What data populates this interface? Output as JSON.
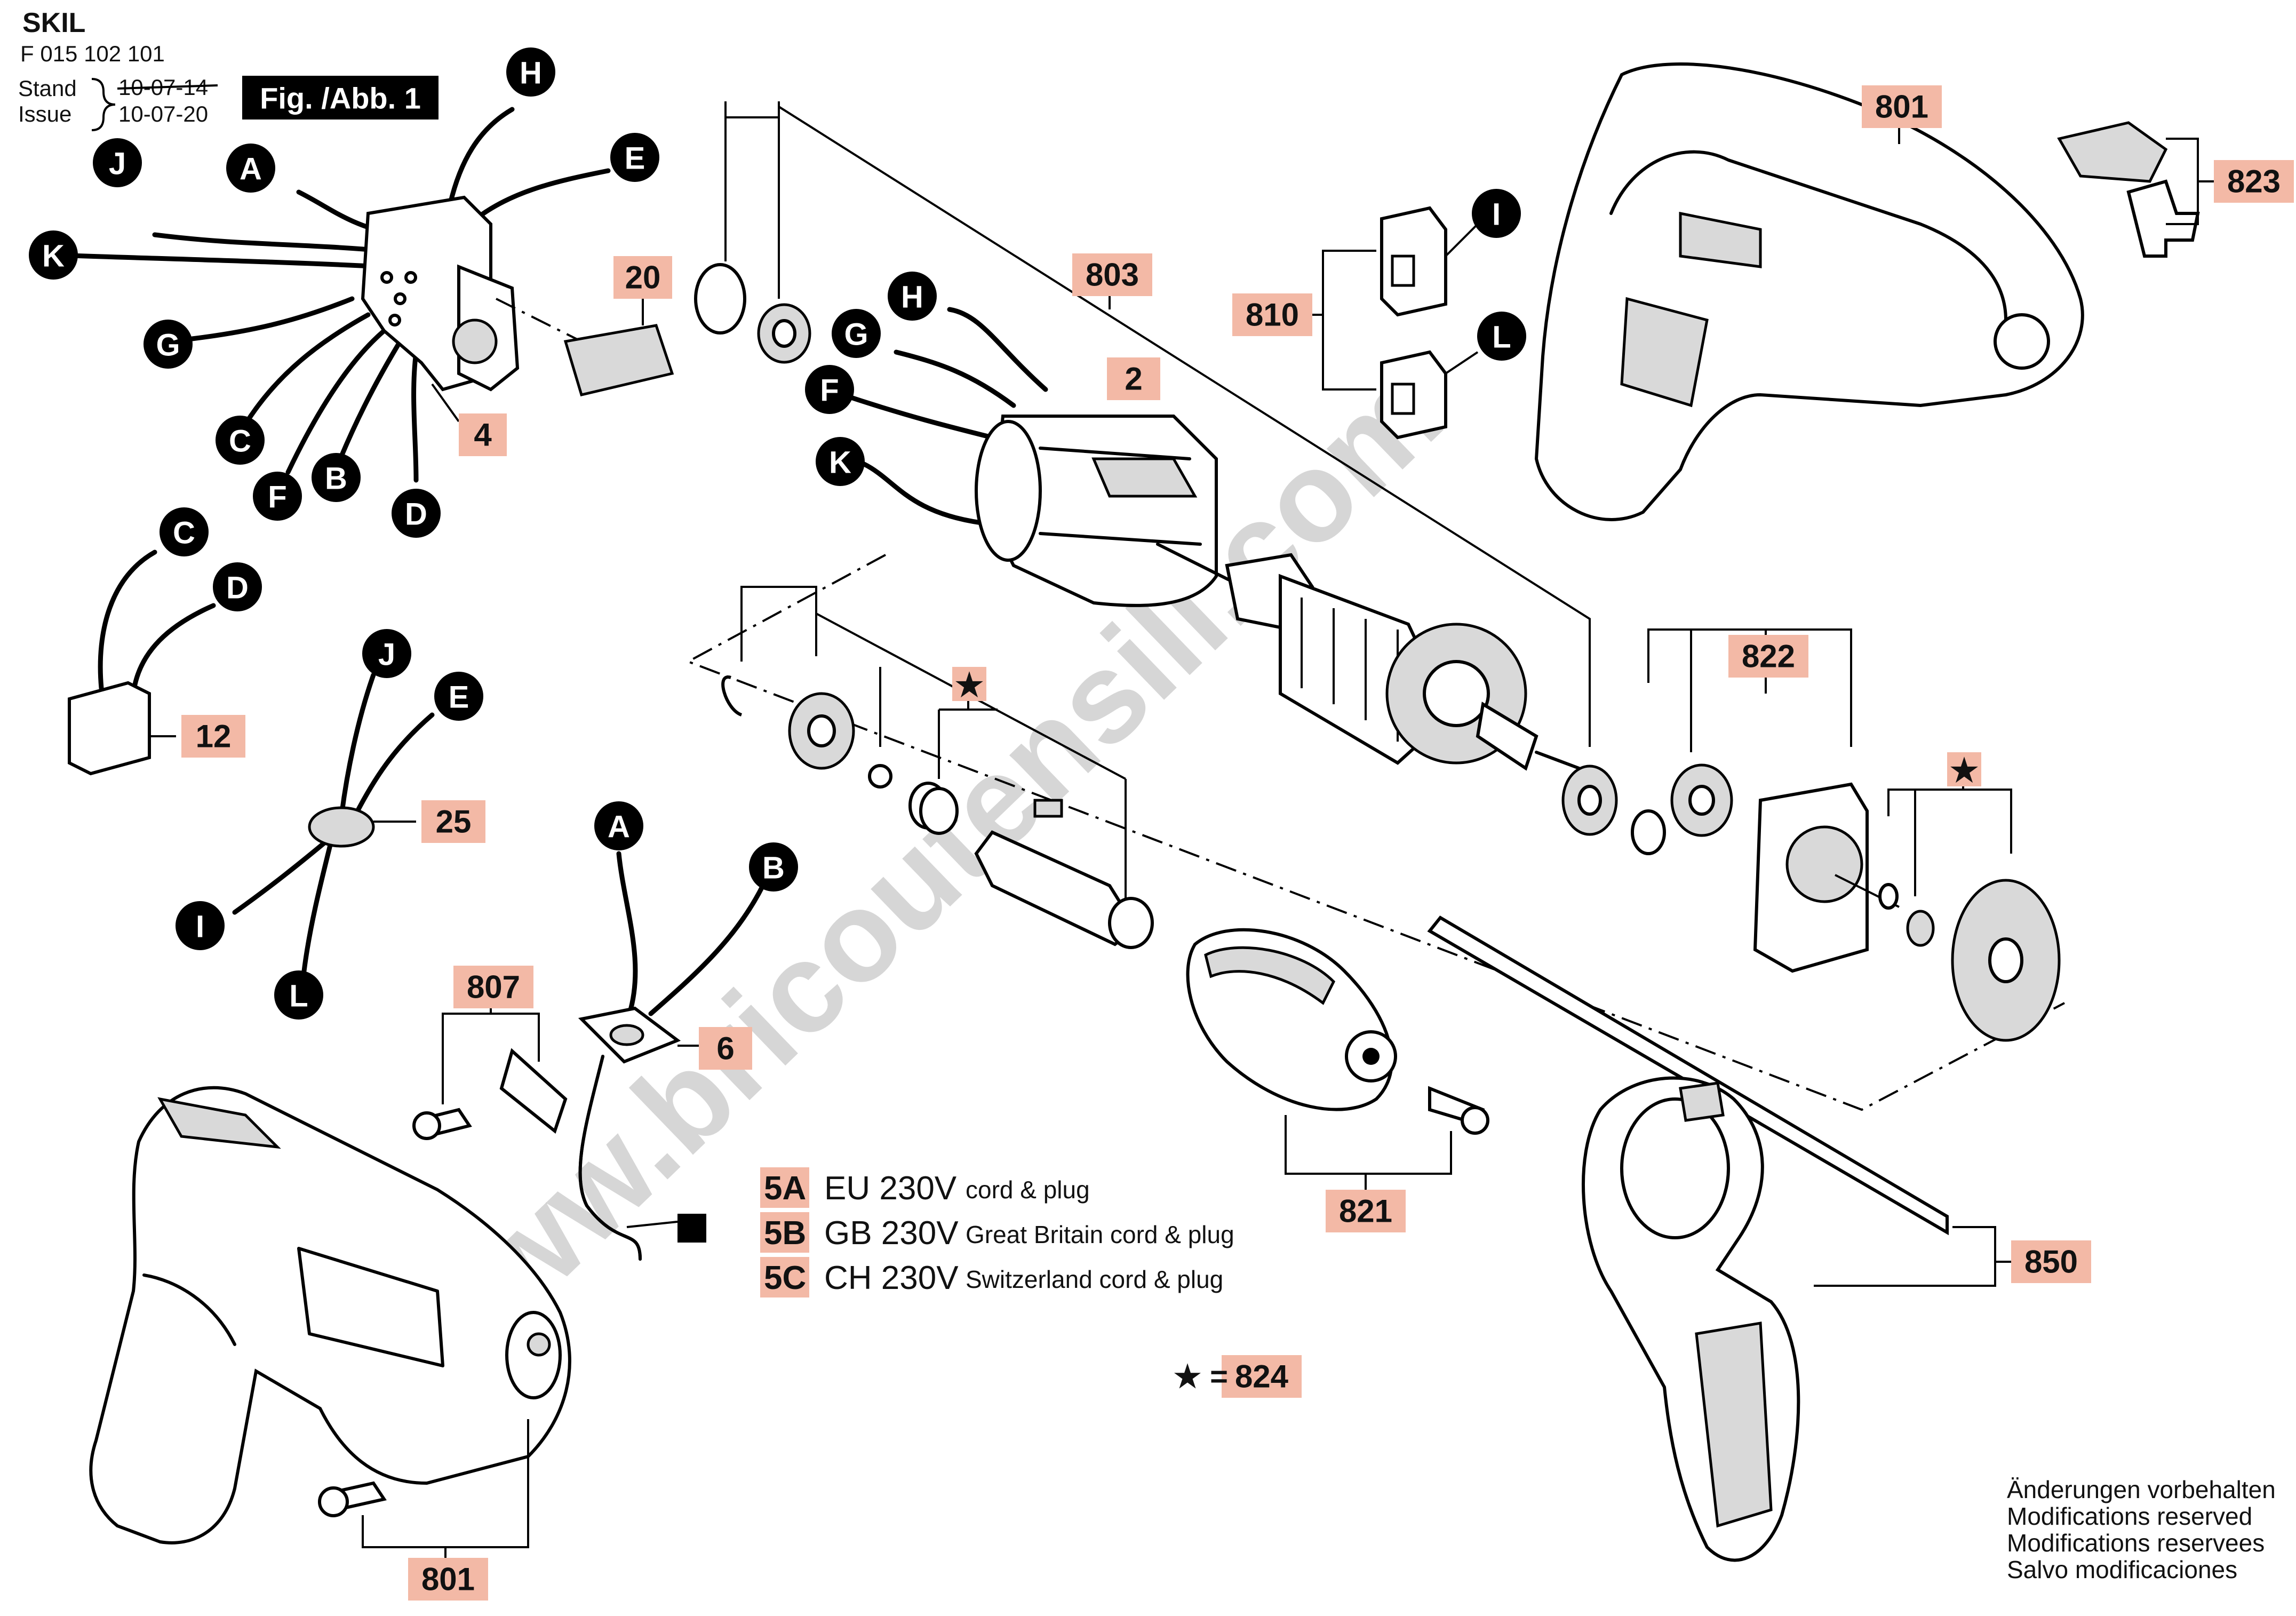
{
  "header": {
    "brand": "SKIL",
    "part_number": "F 015 102 101",
    "stand_label": "Stand",
    "issue_label": "Issue",
    "stand_date": "10-07-14",
    "issue_date": "10-07-20",
    "figure_label": "Fig. /Abb. 1"
  },
  "part_labels": {
    "p20": "20",
    "p4": "4",
    "p12": "12",
    "p25": "25",
    "p807": "807",
    "p6": "6",
    "p801a": "801",
    "p801b": "801",
    "p803": "803",
    "p2": "2",
    "p810": "810",
    "p823": "823",
    "p822": "822",
    "p821": "821",
    "p850": "850",
    "p824": "824",
    "star1": "★",
    "star2": "★"
  },
  "wire_letters": {
    "H1": "H",
    "J1": "J",
    "A1": "A",
    "E1": "E",
    "K1": "K",
    "G1": "G",
    "C1": "C",
    "F1": "F",
    "B1": "B",
    "D1": "D",
    "C2": "C",
    "D2": "D",
    "J2": "J",
    "E2": "E",
    "I2": "I",
    "L2": "L",
    "H3": "H",
    "G3": "G",
    "F3": "F",
    "K3": "K",
    "A4": "A",
    "B4": "B",
    "I5": "I",
    "L5": "L"
  },
  "legend": [
    {
      "code": "5A",
      "voltage": "EU 230V",
      "desc": "cord & plug"
    },
    {
      "code": "5B",
      "voltage": "GB 230V",
      "desc": "Great Britain cord & plug"
    },
    {
      "code": "5C",
      "voltage": "CH 230V",
      "desc": "Switzerland cord & plug"
    }
  ],
  "star_note": {
    "prefix": "★ ="
  },
  "modifications": [
    "Änderungen vorbehalten",
    "Modifications reserved",
    "Modifications reservees",
    "Salvo modificaciones"
  ],
  "watermark": "www.bricoutensili.com"
}
